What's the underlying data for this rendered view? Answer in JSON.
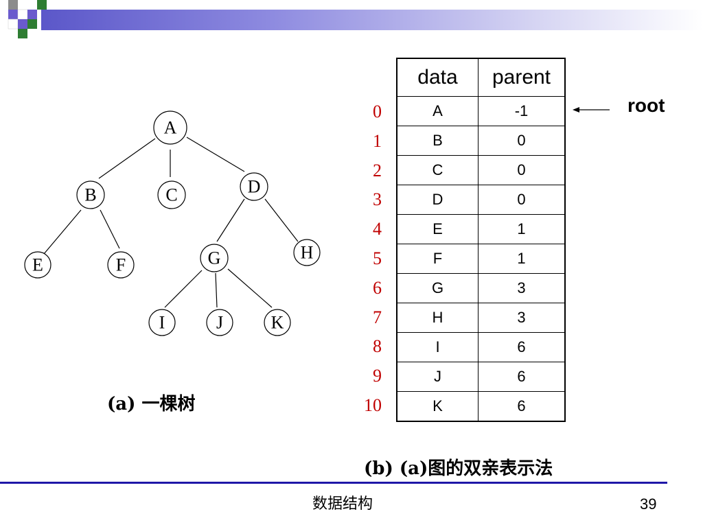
{
  "tree": {
    "nodes": {
      "A": "A",
      "B": "B",
      "C": "C",
      "D": "D",
      "E": "E",
      "F": "F",
      "G": "G",
      "H": "H",
      "I": "I",
      "J": "J",
      "K": "K"
    },
    "caption": "(a) 一棵树"
  },
  "table": {
    "headers": {
      "data": "data",
      "parent": "parent"
    },
    "indices": [
      "0",
      "1",
      "2",
      "3",
      "4",
      "5",
      "6",
      "7",
      "8",
      "9",
      "10"
    ],
    "rows": [
      {
        "data": "A",
        "parent": "-1"
      },
      {
        "data": "B",
        "parent": "0"
      },
      {
        "data": "C",
        "parent": "0"
      },
      {
        "data": "D",
        "parent": "0"
      },
      {
        "data": "E",
        "parent": "1"
      },
      {
        "data": "F",
        "parent": "1"
      },
      {
        "data": "G",
        "parent": "3"
      },
      {
        "data": "H",
        "parent": "3"
      },
      {
        "data": "I",
        "parent": "6"
      },
      {
        "data": "J",
        "parent": "6"
      },
      {
        "data": "K",
        "parent": "6"
      }
    ],
    "root_label": "root",
    "caption": "(b)  (a)图的双亲表示法"
  },
  "footer": {
    "title": "数据结构",
    "page": "39"
  },
  "colors": {
    "index": "#c00000",
    "accent": "#1f17a8",
    "logo_green": "#2e7d32",
    "logo_purple": "#6a5acd"
  }
}
